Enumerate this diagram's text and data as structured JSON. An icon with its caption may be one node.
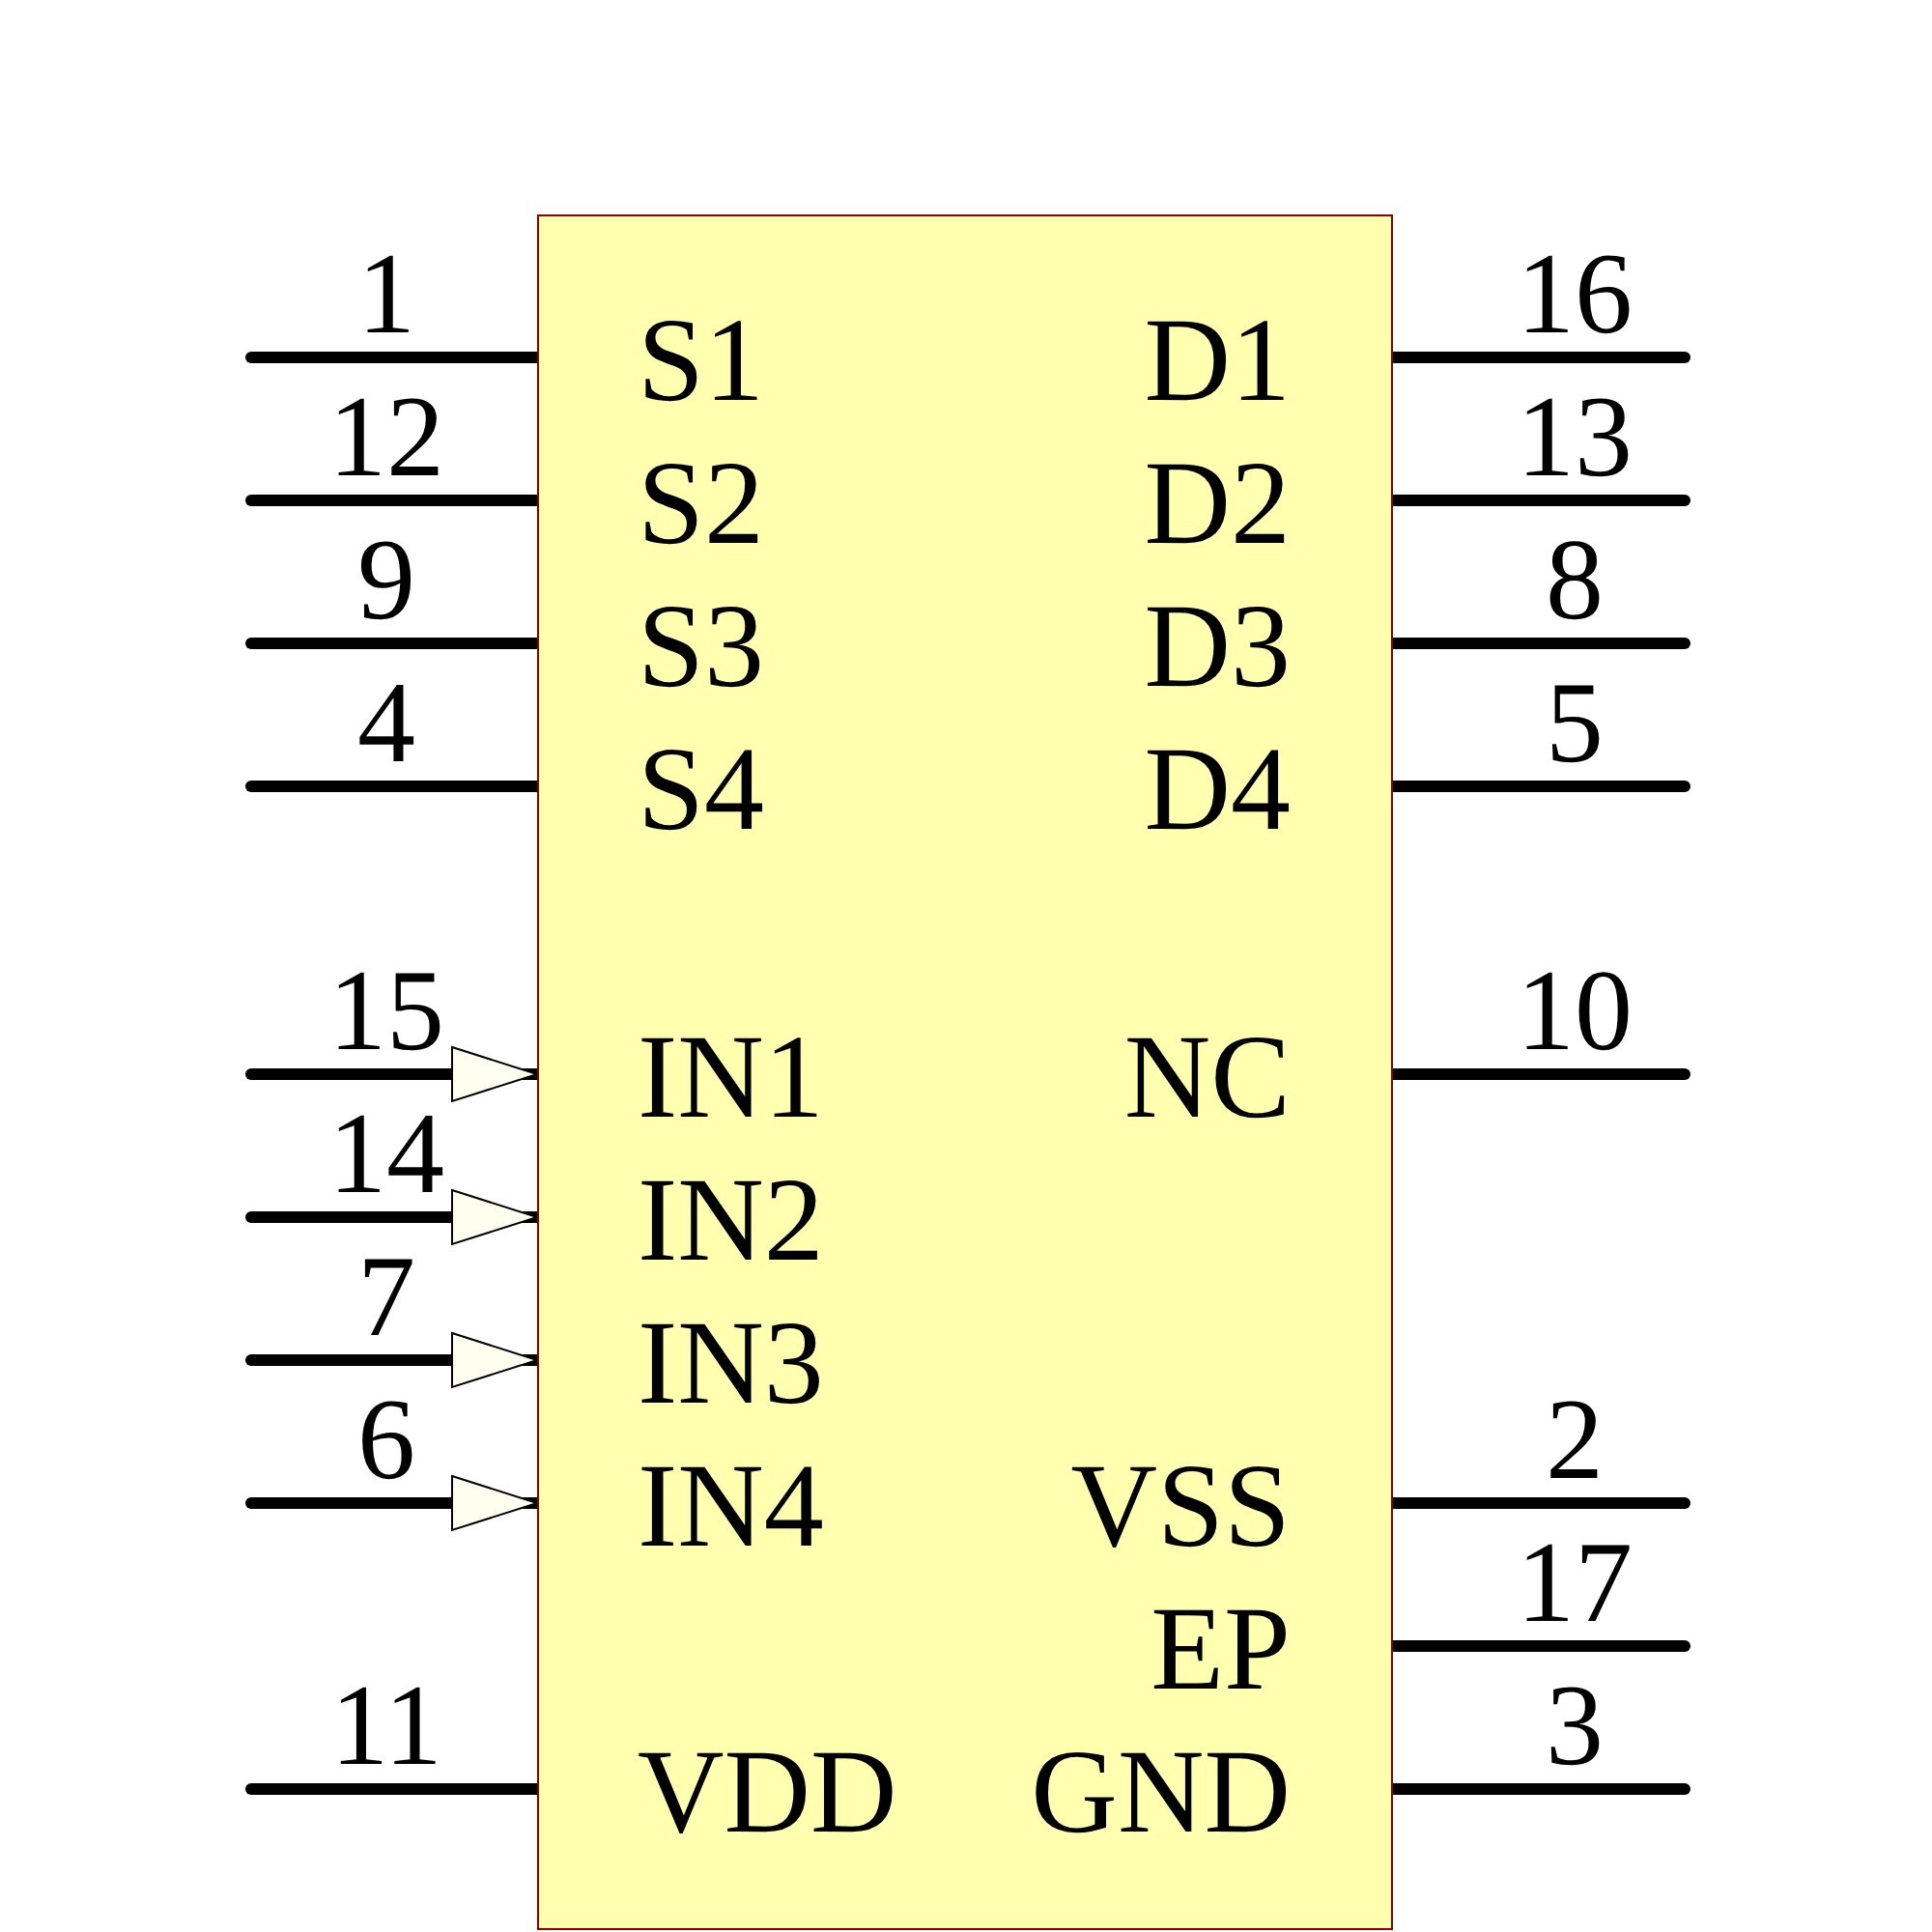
{
  "diagram": {
    "nodes": [
      {
        "text": [],
        "shape": "box"
      }
    ],
    "labels": [
      "1",
      "16",
      "S1",
      "D1",
      "12",
      "13",
      "S2",
      "D2",
      "9",
      "8",
      "S3",
      "D3",
      "4",
      "5",
      "S4",
      "D4",
      "15",
      "10",
      "IN1",
      "NC",
      "14",
      "IN2",
      "7",
      "IN3",
      "6",
      "2",
      "IN4",
      "VSS",
      "17",
      "EP",
      "11",
      "3",
      "VDD",
      "GND"
    ]
  }
}
